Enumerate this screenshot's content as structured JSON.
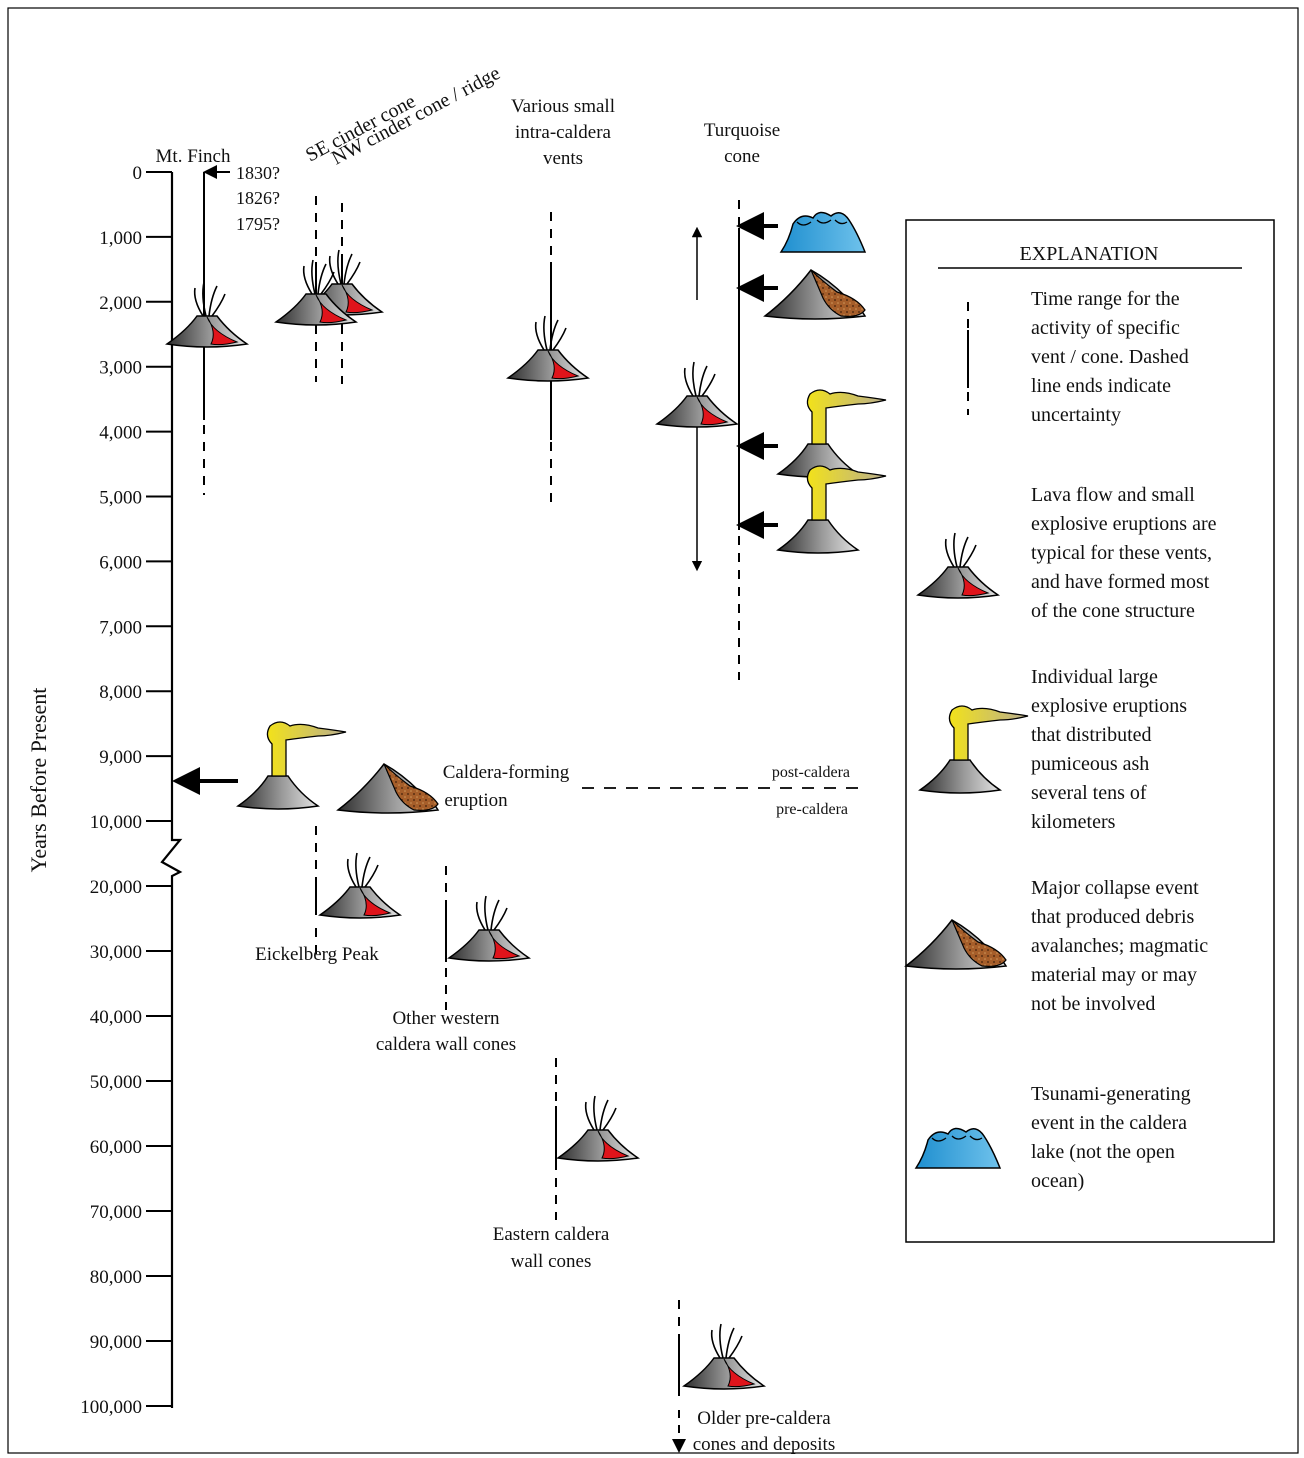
{
  "y_axis": {
    "title": "Years Before Present",
    "ticks_upper": [
      "0",
      "1,000",
      "2,000",
      "3,000",
      "4,000",
      "5,000",
      "6,000",
      "7,000",
      "8,000",
      "9,000",
      "10,000"
    ],
    "ticks_lower": [
      "20,000",
      "30,000",
      "40,000",
      "50,000",
      "60,000",
      "70,000",
      "80,000",
      "90,000",
      "100,000"
    ]
  },
  "labels": {
    "mt_finch": "Mt. Finch",
    "se_cone": "SE cinder cone",
    "nw_cone": "NW cinder cone / ridge",
    "various_1": "Various small",
    "various_2": "intra-caldera",
    "various_3": "vents",
    "turquoise_1": "Turquoise",
    "turquoise_2": "cone",
    "caldera_1": "Caldera-forming",
    "caldera_2": "eruption",
    "post": "post-caldera",
    "pre": "pre-caldera",
    "eickelberg": "Eickelberg Peak",
    "western_1": "Other western",
    "western_2": "caldera wall cones",
    "eastern_1": "Eastern caldera",
    "eastern_2": "wall cones",
    "older_1": "Older pre-caldera",
    "older_2": "cones and deposits"
  },
  "dates": [
    "1830?",
    "1826?",
    "1795?"
  ],
  "explanation": {
    "title": "EXPLANATION",
    "range_text": [
      "Time range for the",
      "activity of specific",
      "vent / cone.  Dashed",
      "line ends indicate",
      "uncertainty"
    ],
    "lava_text": [
      "Lava flow and small",
      "explosive eruptions are",
      "typical for these vents,",
      "and have formed most",
      "of the cone structure"
    ],
    "explosive_text": [
      "Individual large",
      "explosive eruptions",
      "that distributed",
      "pumiceous ash",
      "several tens of",
      "kilometers"
    ],
    "collapse_text": [
      "Major collapse event",
      "that produced debris",
      "avalanches; magmatic",
      "material may or may",
      "not be involved"
    ],
    "tsunami_text": [
      "Tsunami-generating",
      "event in the caldera",
      "lake (not the open",
      "ocean)"
    ]
  },
  "colors": {
    "lava": "#e0141b",
    "cone_dark": "#3a3a3a",
    "cone_light": "#c8c8c8",
    "ash": "#e9d81a",
    "debris": "#a9612a",
    "water": "#2a9bd6"
  }
}
